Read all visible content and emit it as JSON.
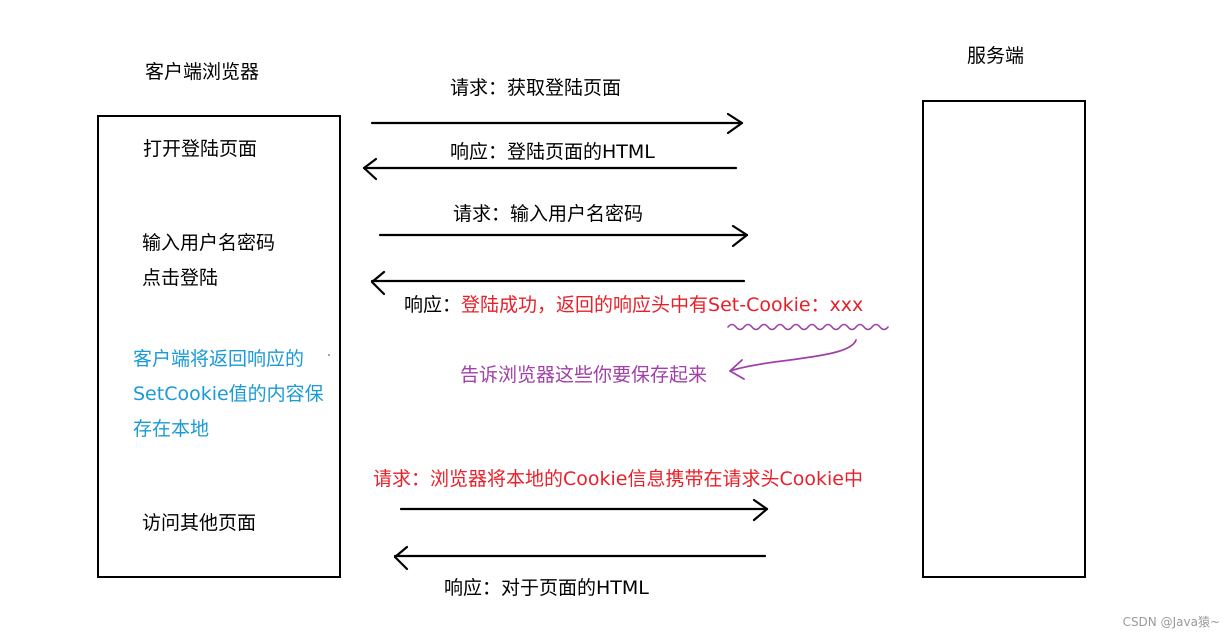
{
  "colors": {
    "black": "#000000",
    "red": "#e8202a",
    "blue": "#1a9ad6",
    "purple": "#a040a8"
  },
  "client": {
    "title": "客户端浏览器",
    "step_open": "打开登陆页面",
    "step_input": "输入用户名密码",
    "step_click": "点击登陆",
    "store_note": [
      "客户端将返回响应的",
      "SetCookie值的内容保",
      "存在本地"
    ],
    "step_visit": "访问其他页面"
  },
  "server": {
    "title": "服务端"
  },
  "messages": {
    "m1": "请求：获取登陆页面",
    "m2": "响应：登陆页面的HTML",
    "m3": "请求：输入用户名密码",
    "m4_prefix": "响应：",
    "m4_red": "登陆成功，返回的响应头中有Set-Cookie：xxx",
    "annotation": "告诉浏览器这些你要保存起来",
    "m5": "请求：浏览器将本地的Cookie信息携带在请求头Cookie中",
    "m6": "响应：对于页面的HTML"
  },
  "watermark": "CSDN @Java猿~"
}
